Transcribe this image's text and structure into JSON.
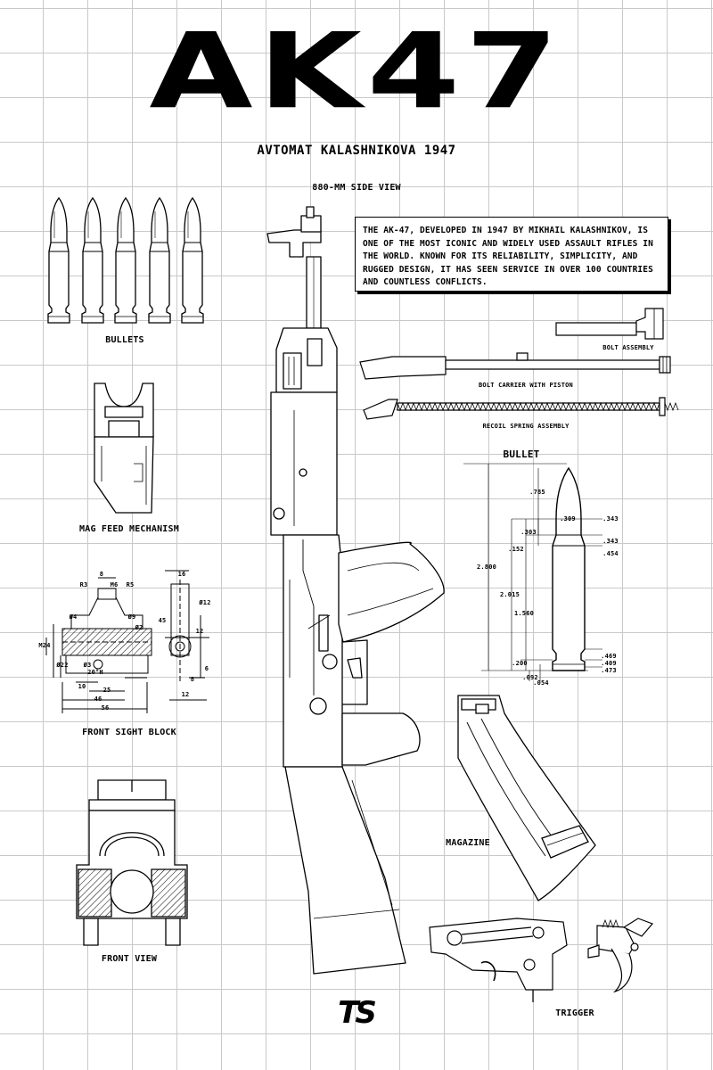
{
  "header": {
    "title": "AK47",
    "subtitle": "AVTOMAT KALASHNIKOVA 1947"
  },
  "side_view_label": "880-MM SIDE VIEW",
  "description": "The AK-47, developed in 1947 by Mikhail Kalashnikov, is one of the most iconic and widely used assault rifles in the world. Known for its reliability, simplicity, and rugged design, it has seen service in over 100 countries and countless conflicts.",
  "labels": {
    "bullets": "BULLETS",
    "mag_feed": "MAG FEED MECHANISM",
    "front_sight": "FRONT SIGHT BLOCK",
    "front_view": "FRONT VIEW",
    "bolt_assembly": "BOLT ASSEMBLY",
    "bolt_carrier": "BOLT CARRIER WITH PISTON",
    "recoil_spring": "RECOIL SPRING ASSEMBLY",
    "bullet": "BULLET",
    "magazine": "MAGAZINE",
    "trigger": "TRIGGER"
  },
  "bullet_dims": {
    "d1": ".785",
    "d2": ".309",
    "d3": ".343",
    "d4": ".303",
    "d5": ".152",
    "d6": ".343",
    "d7": ".454",
    "d8": "2.800",
    "d9": "2.015",
    "d10": "1.560",
    "d11": ".469",
    "d12": ".409",
    "d13": ".473",
    "d14": ".200",
    "d15": ".092",
    "d16": ".054"
  },
  "sight_dims": {
    "a": "8",
    "b": "R3",
    "c": "M6",
    "d": "R5",
    "e": "Ø4",
    "f": "Ø9",
    "g": "Ø2",
    "h": "M24",
    "i": "Ø22",
    "j": "Ø3",
    "k": "20°H",
    "l": "10",
    "m": "25",
    "n": "46",
    "o": "56",
    "p": "16",
    "q": "Ø12",
    "r": "45",
    "s": "12",
    "t": "6",
    "u": "8",
    "v": "12"
  },
  "logo": "TS",
  "colors": {
    "ink": "#000000",
    "grid": "#c9c9c9",
    "paper": "#ffffff"
  }
}
